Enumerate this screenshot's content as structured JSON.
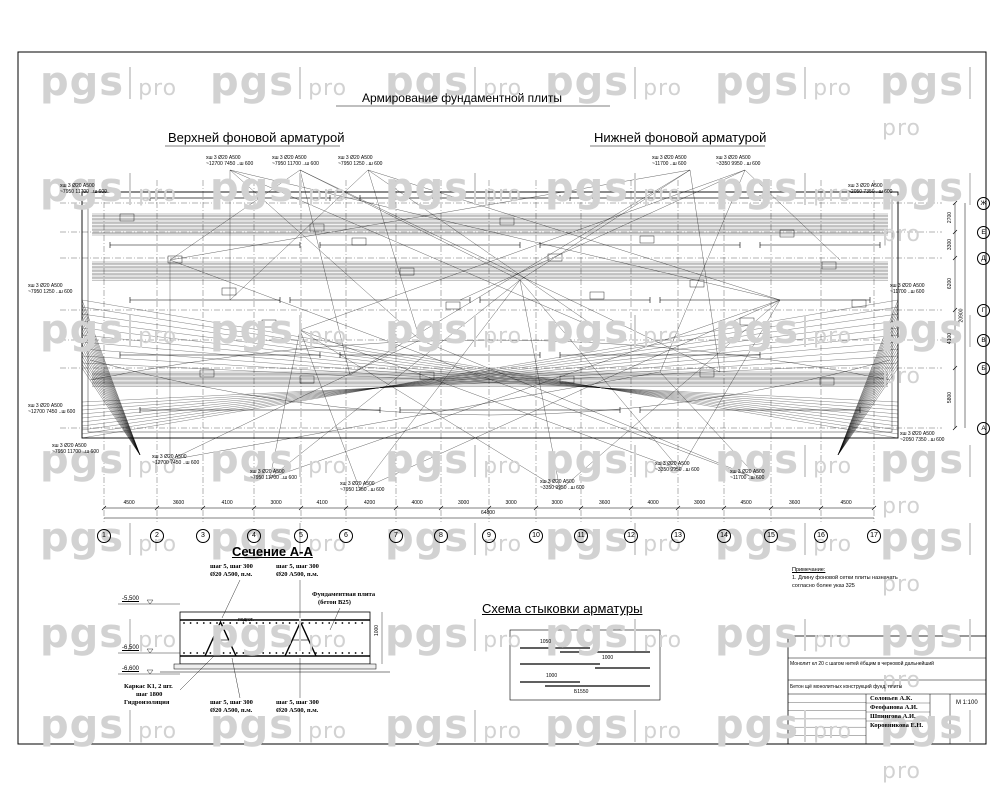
{
  "titles": {
    "main": "Армирование фундаментной плиты",
    "upper": "Верхней фоновой арматурой",
    "lower": "Нижней фоновой арматурой",
    "section": "Сечение А-А",
    "splice": "Схема стыковки арматуры"
  },
  "axes": {
    "numbers": [
      "1",
      "2",
      "3",
      "4",
      "5",
      "6",
      "7",
      "8",
      "9",
      "10",
      "11",
      "12",
      "13",
      "14",
      "15",
      "16",
      "17"
    ],
    "letters": [
      "Ж",
      "Е",
      "Д",
      "Г",
      "В",
      "Б",
      "А"
    ],
    "bottom_dims": [
      "4500",
      "3600",
      "4100",
      "3000",
      "4100",
      "4200",
      "4000",
      "3000",
      "3000",
      "3000",
      "3600",
      "4000",
      "3000",
      "4500",
      "3600",
      "4500"
    ],
    "total_dim": "64800",
    "right_dims": [
      "2700",
      "3300",
      "6200",
      "4100",
      "5800"
    ],
    "right_total": "20900"
  },
  "leaders": {
    "upper": [
      "хш 3 Ø20 А500",
      "~7950 11700 ..ш 600",
      "~12700 7450 ..ш 600",
      "~7950 1250 ..ш 600"
    ],
    "lower": [
      "хш 3 Ø20 А500",
      "~11700 ..ш 600",
      "~3350 9950 ..ш 600",
      "~2050 7350 ..ш 600"
    ]
  },
  "section": {
    "levels": [
      "-5,500",
      "-6,500",
      "-6,600"
    ],
    "rebar_top_left": [
      "шаг 5, шаг 300",
      "Ø20 А500, п.м."
    ],
    "rebar_top_right": [
      "шаг 5, шаг 300",
      "Ø20 А500, п.м."
    ],
    "slab_label": [
      "Фундаментная плита",
      "(бетон В25)"
    ],
    "frame_label": [
      "Каркас К1, 2 шт.",
      "шаг 1800",
      "Гидроизоляция"
    ],
    "rebar_bottom_left": [
      "шаг 5, шаг 300",
      "Ø20 А500, п.м."
    ],
    "rebar_bottom_right": [
      "шаг 5, шаг 300",
      "Ø20 А500, п.м."
    ],
    "height_dim": "1000",
    "concrete_prep": "подгот."
  },
  "splice": {
    "dims": [
      "1050",
      "1000",
      "1000",
      "Б1550"
    ]
  },
  "notes": {
    "heading": "Примечание:",
    "lines": [
      "1. Длину фоновой сетки плиты назначать",
      "согласно более указ 325"
    ]
  },
  "stamp": {
    "row1": "Монолит кл 20 с шагом нитей ёбщим в черновой дальнейший",
    "row2": "Бетон щё монолитных конструкций фунд. плиты",
    "names": [
      "Соловьев А.К.",
      "Феофанова А.И.",
      "Шпингова А.И.",
      "Коровникова Е.Н."
    ],
    "scale": "М 1:100"
  },
  "watermark": {
    "brand": "pgs",
    "suffix": "pro"
  }
}
